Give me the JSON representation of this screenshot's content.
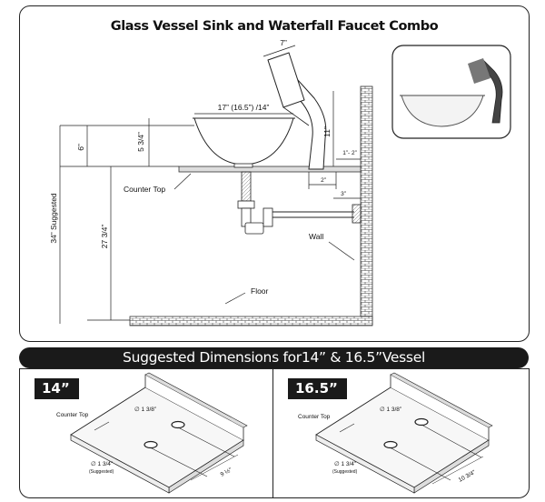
{
  "title": "Glass Vessel Sink and Waterfall Faucet Combo",
  "banner": "Suggested Dimensions for14” & 16.5”Vessel",
  "diagram": {
    "dim_bowl_width": "17” (16.5”) /14”",
    "dim_7": "7”",
    "dim_6": "6”",
    "dim_5_3_4": "5 3/4”",
    "dim_11": "11”",
    "dim_1_2_3": "1”- 2”",
    "dim_2": "2”",
    "dim_3": "3”",
    "dim_34": "34” Suggested",
    "dim_27_3_4": "27 3/4”",
    "label_counter_top": "Counter Top",
    "label_wall": "Wall",
    "label_floor": "Floor"
  },
  "panel_14": {
    "tag": "14”",
    "counter_top": "Counter Top",
    "faucet_hole": "∅ 1 3/8”",
    "drain_hole": "∅ 1 3/4”",
    "suggested": "(Suggested)",
    "setback": "9 ½”"
  },
  "panel_165": {
    "tag": "16.5”",
    "counter_top": "Counter Top",
    "faucet_hole": "∅ 1 3/8”",
    "drain_hole": "∅ 1 3/4”",
    "suggested": "(Suggested)",
    "setback": "10 3/4”"
  }
}
